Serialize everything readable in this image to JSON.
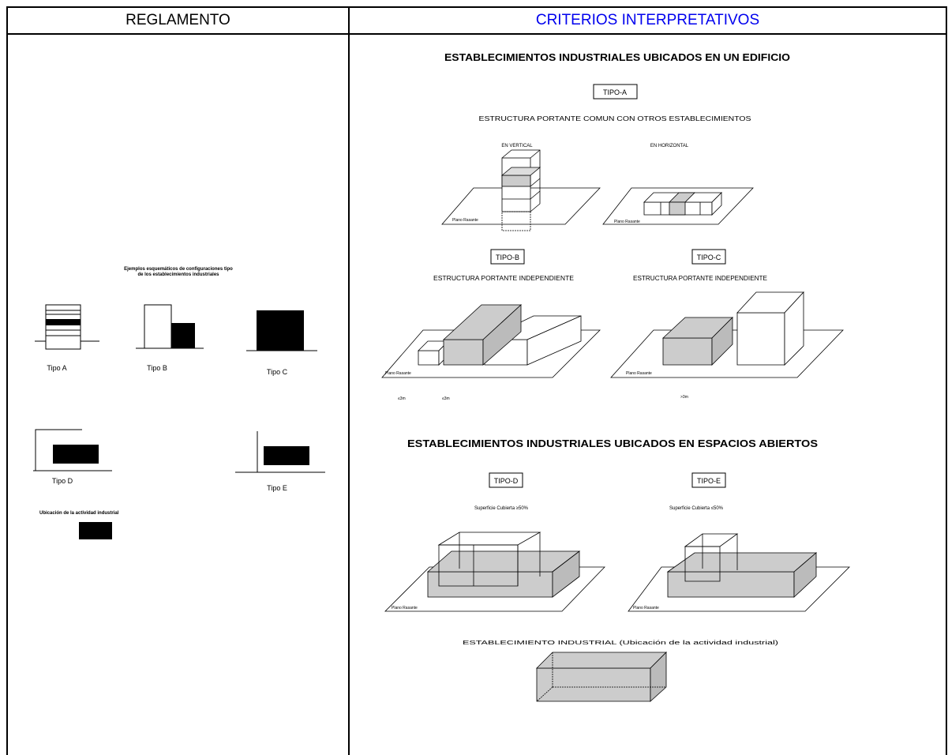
{
  "header": {
    "left_label": "REGLAMENTO",
    "right_label": "CRITERIOS INTERPRETATIVOS"
  },
  "left": {
    "title_line1": "Ejemplos esquemáticos de configuraciones tipo",
    "title_line2": "de los establecimientos industriales",
    "tipo_a": "Tipo A",
    "tipo_b": "Tipo B",
    "tipo_c": "Tipo C",
    "tipo_d": "Tipo D",
    "tipo_e": "Tipo E",
    "legend": "Ubicación de la actividad industrial"
  },
  "right": {
    "title_edificio": "ESTABLECIMIENTOS INDUSTRIALES UBICADOS EN UN EDIFICIO",
    "tipo_a": "TIPO-A",
    "tipo_a_desc": "ESTRUCTURA PORTANTE COMUN CON OTROS ESTABLECIMIENTOS",
    "en_vertical": "EN VERTICAL",
    "en_horizontal": "EN HORIZONTAL",
    "plano_rasante": "Plano Rasante",
    "tipo_b": "TIPO-B",
    "tipo_b_desc": "ESTRUCTURA PORTANTE INDEPENDIENTE",
    "tipo_c": "TIPO-C",
    "tipo_c_desc": "ESTRUCTURA PORTANTE INDEPENDIENTE",
    "dist_b1": "≤3m",
    "dist_b2": "≤3m",
    "dist_c": ">3m",
    "title_abiertos": "ESTABLECIMIENTOS INDUSTRIALES UBICADOS EN ESPACIOS ABIERTOS",
    "tipo_d": "TIPO-D",
    "tipo_d_desc": "Superficie Cubierta ≥50%",
    "tipo_e": "TIPO-E",
    "tipo_e_desc": "Superficie Cubierta ≤50%",
    "legend": "ESTABLECIMIENTO INDUSTRIAL (Ubicación de la actividad industrial)"
  }
}
